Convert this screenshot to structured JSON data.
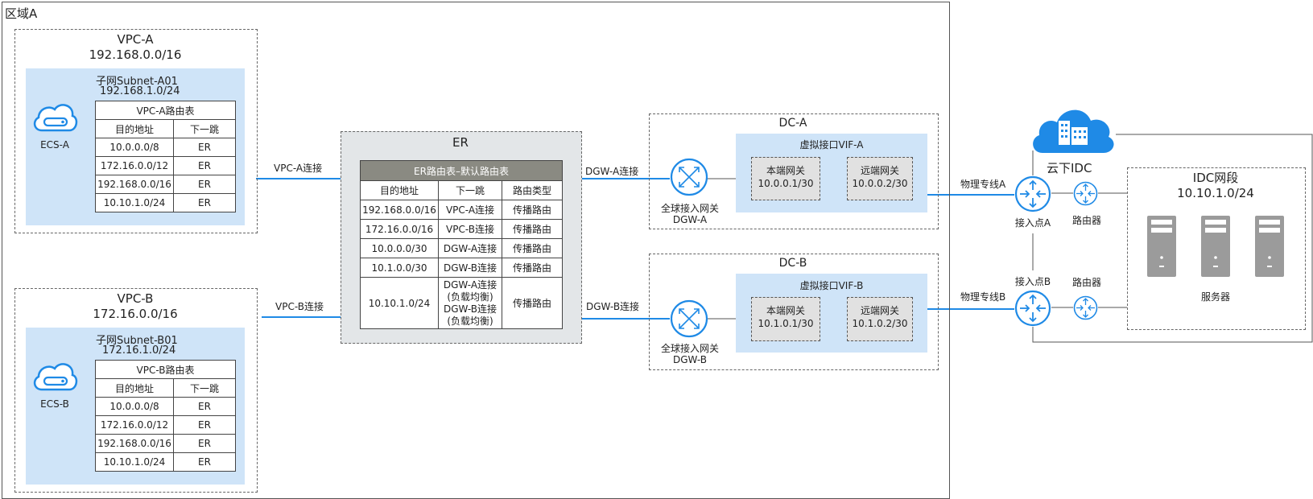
{
  "region_label": "区域A",
  "colors": {
    "accent": "#1f8ae6",
    "subnet_fill": "#cfe4f8",
    "er_fill": "#e3e6e8",
    "er_header": "#8a8a82",
    "gateway_fill": "#e1e1e1"
  },
  "vpc_a": {
    "title": "VPC-A",
    "cidr": "192.168.0.0/16",
    "subnet_name": "子网Subnet-A01",
    "subnet_cidr": "192.168.1.0/24",
    "ecs_label": "ECS-A",
    "table_title": "VPC-A路由表",
    "headers": [
      "目的地址",
      "下一跳"
    ],
    "rows": [
      [
        "10.0.0.0/8",
        "ER"
      ],
      [
        "172.16.0.0/12",
        "ER"
      ],
      [
        "192.168.0.0/16",
        "ER"
      ],
      [
        "10.10.1.0/24",
        "ER"
      ]
    ]
  },
  "vpc_b": {
    "title": "VPC-B",
    "cidr": "172.16.0.0/16",
    "subnet_name": "子网Subnet-B01",
    "subnet_cidr": "172.16.1.0/24",
    "ecs_label": "ECS-B",
    "table_title": "VPC-B路由表",
    "headers": [
      "目的地址",
      "下一跳"
    ],
    "rows": [
      [
        "10.0.0.0/8",
        "ER"
      ],
      [
        "172.16.0.0/12",
        "ER"
      ],
      [
        "192.168.0.0/16",
        "ER"
      ],
      [
        "10.10.1.0/24",
        "ER"
      ]
    ]
  },
  "er": {
    "title": "ER",
    "table_title": "ER路由表–默认路由表",
    "headers": [
      "目的地址",
      "下一跳",
      "路由类型"
    ],
    "rows": [
      [
        "192.168.0.0/16",
        "VPC-A连接",
        "传播路由"
      ],
      [
        "172.16.0.0/16",
        "VPC-B连接",
        "传播路由"
      ],
      [
        "10.0.0.0/30",
        "DGW-A连接",
        "传播路由"
      ],
      [
        "10.1.0.0/30",
        "DGW-B连接",
        "传播路由"
      ]
    ],
    "last_row": {
      "dest": "10.10.1.0/24",
      "hop_lines": [
        "DGW-A连接",
        "(负载均衡)",
        "DGW-B连接",
        "(负载均衡)"
      ],
      "type": "传播路由"
    }
  },
  "links": {
    "vpc_a": "VPC-A连接",
    "vpc_b": "VPC-B连接",
    "dgw_a": "DGW-A连接",
    "dgw_b": "DGW-B连接",
    "line_a": "物理专线A",
    "line_b": "物理专线B"
  },
  "dc_a": {
    "title": "DC-A",
    "vif": "虚拟接口VIF-A",
    "local_label": "本端网关",
    "local_ip": "10.0.0.1/30",
    "remote_label": "远端网关",
    "remote_ip": "10.0.0.2/30",
    "dgw_label": "全球接入网关",
    "dgw_name": "DGW-A"
  },
  "dc_b": {
    "title": "DC-B",
    "vif": "虚拟接口VIF-B",
    "local_label": "本端网关",
    "local_ip": "10.1.0.1/30",
    "remote_label": "远端网关",
    "remote_ip": "10.1.0.2/30",
    "dgw_label": "全球接入网关",
    "dgw_name": "DGW-B"
  },
  "idc": {
    "cloud_label": "云下IDC",
    "segment_title": "IDC网段",
    "segment_cidr": "10.10.1.0/24",
    "access_a": "接入点A",
    "access_b": "接入点B",
    "router_a": "路由器",
    "router_b": "路由器",
    "servers_label": "服务器"
  }
}
